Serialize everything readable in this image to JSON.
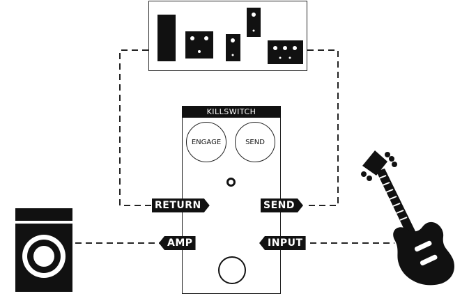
{
  "pedal": {
    "title": "KILLSWITCH",
    "buttons": [
      "ENGAGE",
      "SEND"
    ]
  },
  "ports": {
    "return": "RETURN",
    "send": "SEND",
    "amp": "AMP",
    "input": "INPUT"
  },
  "icons": {
    "pedalboard": "pedalboard-icon",
    "amplifier": "amplifier-icon",
    "guitar": "electric-guitar-icon"
  },
  "colors": {
    "ink": "#111111",
    "background": "#ffffff"
  }
}
